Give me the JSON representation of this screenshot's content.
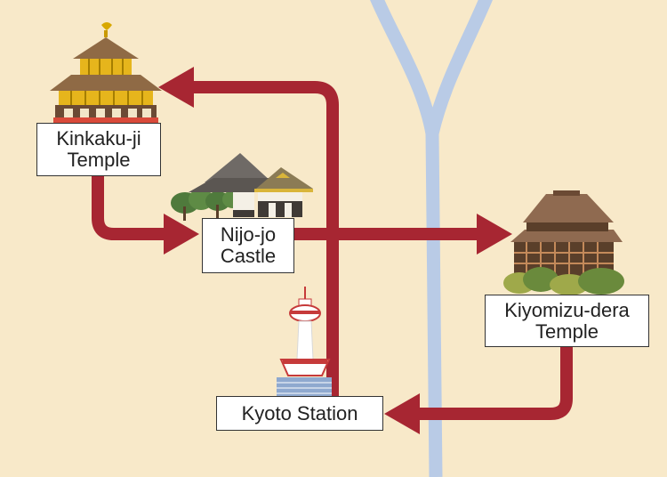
{
  "labels": {
    "kinkakuji": [
      "Kinkaku-ji",
      "Temple"
    ],
    "nijojo": [
      "Nijo-jo",
      "Castle"
    ],
    "kiyomizu": [
      "Kiyomizu-dera",
      "Temple"
    ],
    "kyoto_station": [
      "Kyoto Station"
    ]
  },
  "colors": {
    "background": "#f8e9c9",
    "river": "#b9cbe6",
    "route": "#a72632",
    "label_border": "#333333"
  },
  "icons": [
    "kinkakuji-pavilion-icon",
    "nijojo-castle-icon",
    "kiyomizu-temple-icon",
    "kyoto-tower-icon"
  ]
}
